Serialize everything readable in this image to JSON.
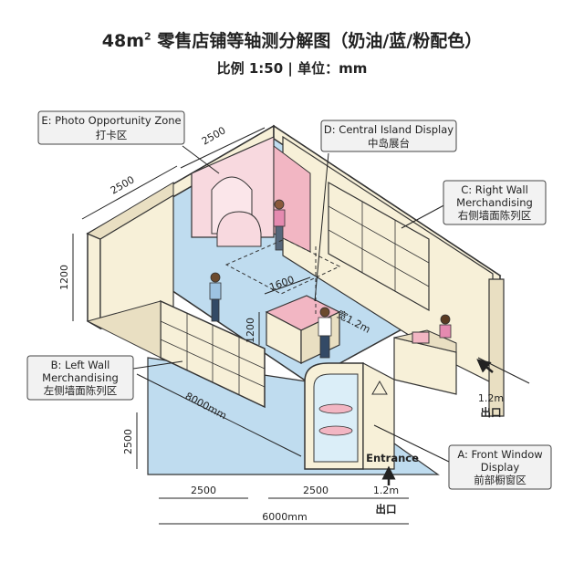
{
  "header": {
    "title_main": "48m",
    "title_sup": "2",
    "title_rest": " 零售店铺等轴测分解图（奶油/蓝/粉配色）",
    "subtitle": "比例 1:50 | 单位：mm"
  },
  "colors": {
    "floor": "#bfdcef",
    "wall": "#f7f0d8",
    "wall_dark": "#e9dfc2",
    "pink": "#f2b6c3",
    "pink_light": "#f8d9df",
    "outline": "#333333",
    "callout_bg": "#f2f2f2"
  },
  "zones": {
    "a": {
      "line1": "A: Front Window",
      "line2": "Display",
      "line3": "前部橱窗区"
    },
    "b": {
      "line1": "B: Left Wall",
      "line2": "Merchandising",
      "line3": "左侧墙面陈列区"
    },
    "c": {
      "line1": "C: Right Wall",
      "line2": "Merchandising",
      "line3": "右侧墙面陈列区"
    },
    "d": {
      "line1": "D: Central Island Display",
      "line2": "中岛展台"
    },
    "e": {
      "line1": "E: Photo Opportunity Zone",
      "line2": "打卡区"
    }
  },
  "dimensions": {
    "top_left_depth": "2500",
    "top_back": "2500",
    "left_height": "1200",
    "island_width": "1600",
    "island_height": "1200",
    "aisle_width": "宽1.2m",
    "side_length": "8000mm",
    "front_height": "2500",
    "bottom_segment_1": "2500",
    "bottom_segment_2": "2500",
    "bottom_exit_width": "1.2m",
    "bottom_total": "6000mm",
    "right_exit_width": "1.2m"
  },
  "labels": {
    "entrance": "Entrance",
    "exit_right": "出口",
    "exit_bottom": "出口"
  }
}
